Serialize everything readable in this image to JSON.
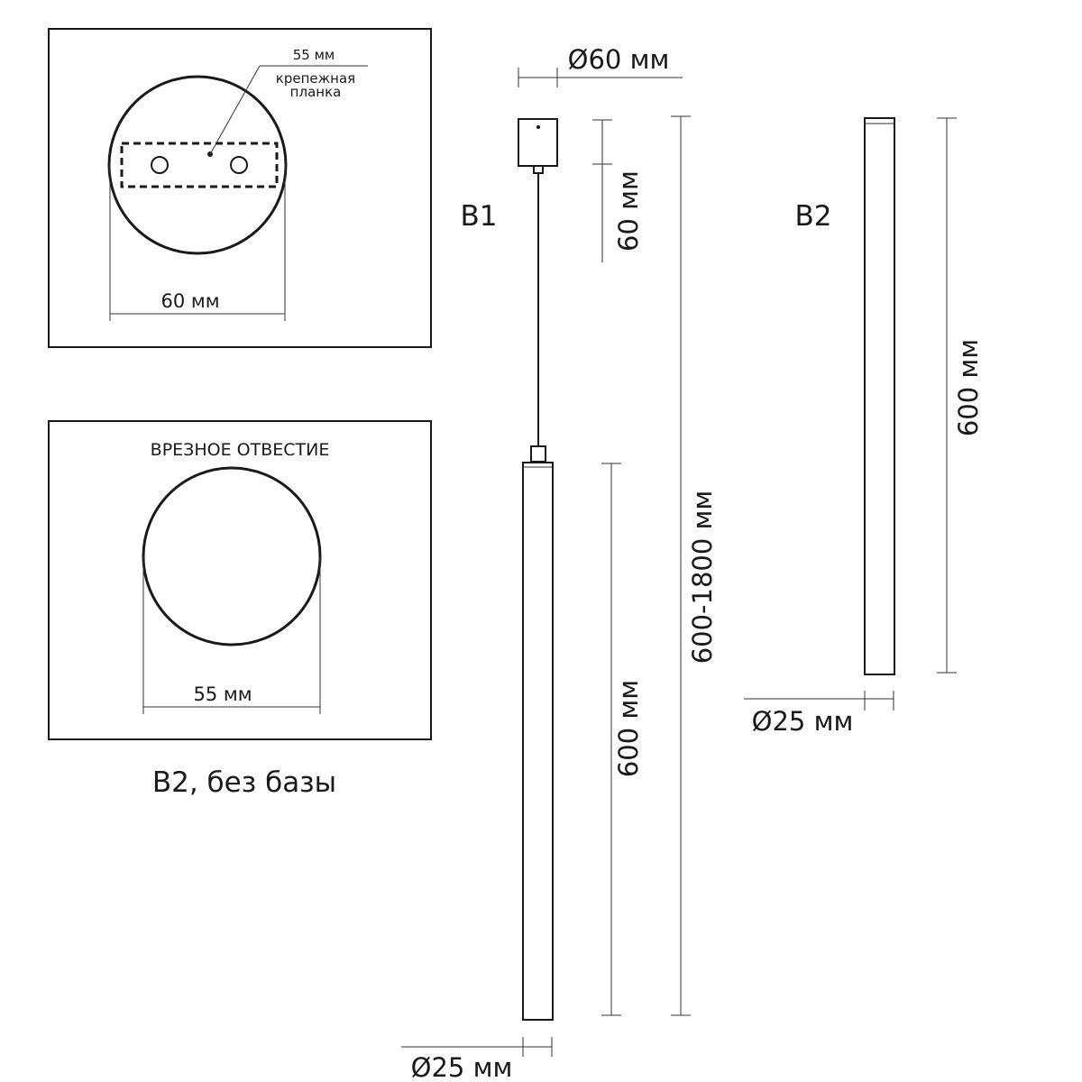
{
  "panel_top": {
    "slot_dimension": "55 мм",
    "bracket_label_line1": "крепежная",
    "bracket_label_line2": "планка",
    "base_diameter": "60 мм"
  },
  "panel_bottom": {
    "title": "ВРЕЗНОЕ ОТВЕСТИЕ",
    "hole_diameter": "55 мм",
    "caption": "В2, без базы"
  },
  "variant_b1": {
    "label": "В1",
    "canopy_diameter": "Ø60 мм",
    "canopy_height": "60 мм",
    "overall_length": "600-1800 мм",
    "tube_length": "600 мм",
    "tube_diameter": "Ø25 мм"
  },
  "variant_b2": {
    "label": "В2",
    "tube_length": "600 мм",
    "tube_diameter": "Ø25 мм"
  }
}
